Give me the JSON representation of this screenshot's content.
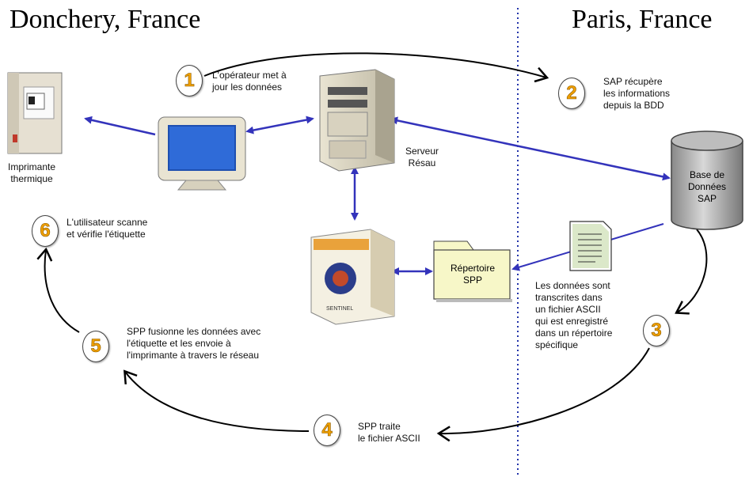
{
  "titles": {
    "left": "Donchery, France",
    "right": "Paris, France"
  },
  "steps": {
    "s1": {
      "num": "1",
      "text": "L'opérateur met à\njour les données"
    },
    "s2": {
      "num": "2",
      "text": "SAP récupère\nles informations\ndepuis la BDD"
    },
    "s3": {
      "num": "3",
      "text": "Les données sont\ntranscrites dans\nun fichier ASCII\nqui est enregistré\ndans un répertoire\nspécifique"
    },
    "s4": {
      "num": "4",
      "text": "SPP traite\nle fichier ASCII"
    },
    "s5": {
      "num": "5",
      "text": "SPP fusionne les données avec\nl'étiquette et les envoie à\nl'imprimante à travers le réseau"
    },
    "s6": {
      "num": "6",
      "text": "L'utilisateur scanne\net vérifie l'étiquette"
    }
  },
  "labels": {
    "printer": "Imprimante\nthermique",
    "server": "Serveur\nRésau",
    "database": "Base de\nDonnées\nSAP",
    "folder": "Répertoire\nSPP",
    "software_box_brand": "SENTINEL"
  },
  "colors": {
    "arrow_blue": "#3333bb",
    "divider": "#2233aa",
    "folder": "#f7f7c8",
    "step_digit": "#f0a000"
  }
}
